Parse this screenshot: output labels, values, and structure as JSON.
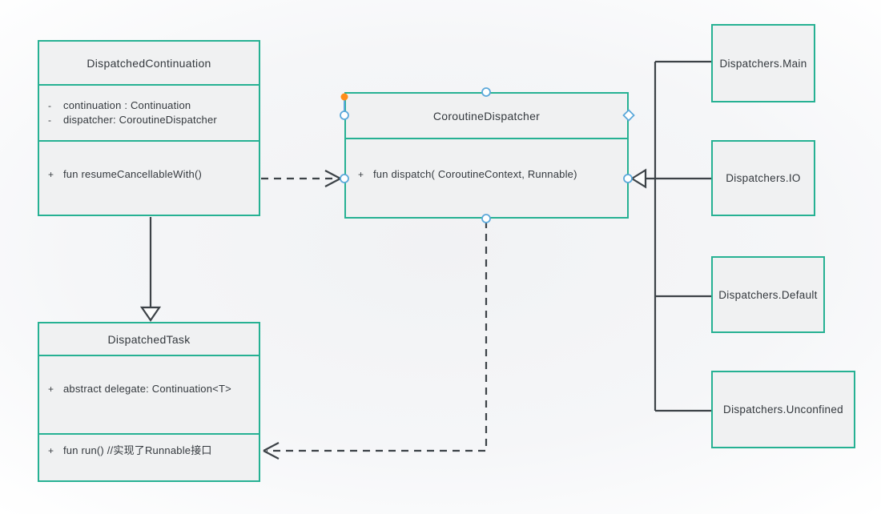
{
  "diagram": {
    "classes": [
      {
        "id": "dispatched-continuation",
        "title": "DispatchedContinuation",
        "fields": [
          {
            "marker": "-",
            "text": "continuation : Continuation"
          },
          {
            "marker": "-",
            "text": "dispatcher: CoroutineDispatcher"
          }
        ],
        "methods": [
          {
            "marker": "+",
            "text": "fun resumeCancellableWith()"
          }
        ]
      },
      {
        "id": "coroutine-dispatcher",
        "title": "CoroutineDispatcher",
        "fields": [],
        "methods": [
          {
            "marker": "+",
            "text": "fun dispatch( CoroutineContext, Runnable)"
          }
        ],
        "selected": true
      },
      {
        "id": "dispatched-task",
        "title": "DispatchedTask",
        "fields": [
          {
            "marker": "+",
            "text": "abstract delegate: Continuation<T>"
          }
        ],
        "methods": [
          {
            "marker": "+",
            "text": "fun run()  //实现了Runnable接口"
          }
        ]
      }
    ],
    "objects": [
      {
        "id": "dispatchers-main",
        "label": "Dispatchers.Main"
      },
      {
        "id": "dispatchers-io",
        "label": "Dispatchers.IO"
      },
      {
        "id": "dispatchers-default",
        "label": "Dispatchers.Default"
      },
      {
        "id": "dispatchers-unconfined",
        "label": "Dispatchers.Unconfined"
      }
    ],
    "relations": [
      {
        "id": "dependency-continuation-to-dispatcher",
        "type": "dashed-open-arrow",
        "from": "DispatchedContinuation",
        "to": "CoroutineDispatcher"
      },
      {
        "id": "generalization-continuation-to-task",
        "type": "solid-hollow-triangle",
        "from": "DispatchedContinuation",
        "to": "DispatchedTask"
      },
      {
        "id": "dependency-dispatcher-to-task",
        "type": "dashed-open-arrow",
        "from": "CoroutineDispatcher",
        "to": "DispatchedTask"
      },
      {
        "id": "generalization-dispatchers-group",
        "type": "solid-hollow-triangle",
        "from": "Dispatchers.Main, Dispatchers.IO, Dispatchers.Default, Dispatchers.Unconfined",
        "to": "CoroutineDispatcher"
      }
    ],
    "colors": {
      "box_border": "#26b193",
      "box_fill": "#f0f1f2",
      "connector_line": "#3c4247",
      "selection_handle": "#5ba8da",
      "selection_origin_dot": "#ff8d1a",
      "text": "#33383d"
    }
  }
}
